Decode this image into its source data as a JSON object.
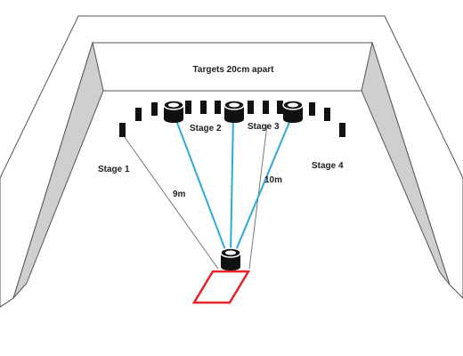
{
  "title": "Targets 20cm apart",
  "stage_labels": [
    "Stage 1",
    "Stage 2",
    "Stage 3",
    "Stage 4"
  ],
  "distance_labels": [
    "9m",
    "10m"
  ],
  "colors": {
    "wall_top": "#ffffff",
    "wall_side": "#cfcfcf",
    "wall_outline": "#555555",
    "laser_line": "#2ca8dc",
    "target": "#111111",
    "shooter_box": "#e8232a",
    "guide_line": "#777777"
  },
  "elements": {
    "arena": "three-sided wall enclosure (room corner view)",
    "targets": "row of black target plates along back wall",
    "bell_targets": "three round targets, one per stage 2 area",
    "shooter": "round camera/shooter object at center",
    "shooting_box": "red rectangle on floor"
  }
}
